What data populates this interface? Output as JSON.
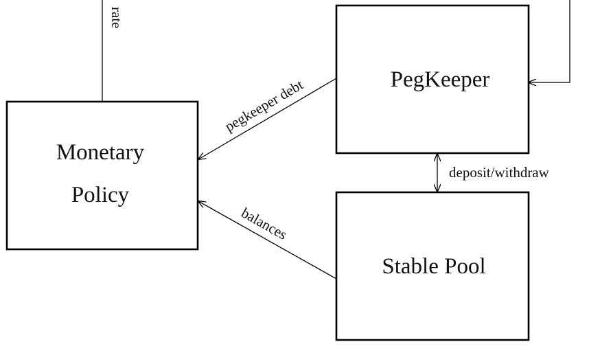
{
  "nodes": {
    "monetary_policy": {
      "line1": "Monetary",
      "line2": "Policy"
    },
    "pegkeeper": {
      "label": "PegKeeper"
    },
    "stable_pool": {
      "label": "Stable Pool"
    }
  },
  "edges": {
    "rate": "rate",
    "pegkeeper_debt": "pegkeeper debt",
    "balances": "balances",
    "deposit_withdraw": "deposit/withdraw"
  }
}
